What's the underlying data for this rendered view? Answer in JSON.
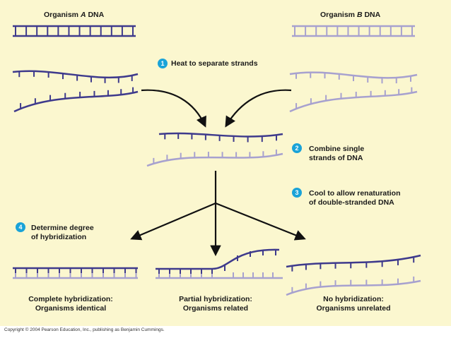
{
  "colors": {
    "background": "#fbf7cf",
    "dna_a": "#3e3a8c",
    "dna_b": "#a7a1cf",
    "step_badge": "#1aa3d8",
    "arrow": "#111111"
  },
  "labels": {
    "org_a_prefix": "Organism ",
    "org_a_letter": "A",
    "org_a_suffix": " DNA",
    "org_b_prefix": "Organism ",
    "org_b_letter": "B",
    "org_b_suffix": " DNA"
  },
  "steps": [
    {
      "num": "1",
      "lines": [
        "Heat to separate strands"
      ]
    },
    {
      "num": "2",
      "lines": [
        "Combine single",
        "strands of DNA"
      ]
    },
    {
      "num": "3",
      "lines": [
        "Cool to allow renaturation",
        "of double-stranded DNA"
      ]
    },
    {
      "num": "4",
      "lines": [
        "Determine degree",
        "of hybridization"
      ]
    }
  ],
  "outcomes": [
    {
      "line1": "Complete hybridization:",
      "line2": "Organisms identical"
    },
    {
      "line1": "Partial hybridization:",
      "line2": "Organisms related"
    },
    {
      "line1": "No hybridization:",
      "line2": "Organisms unrelated"
    }
  ],
  "copyright": "Copyright © 2004 Pearson Education, Inc., publishing as Benjamin Cummings."
}
